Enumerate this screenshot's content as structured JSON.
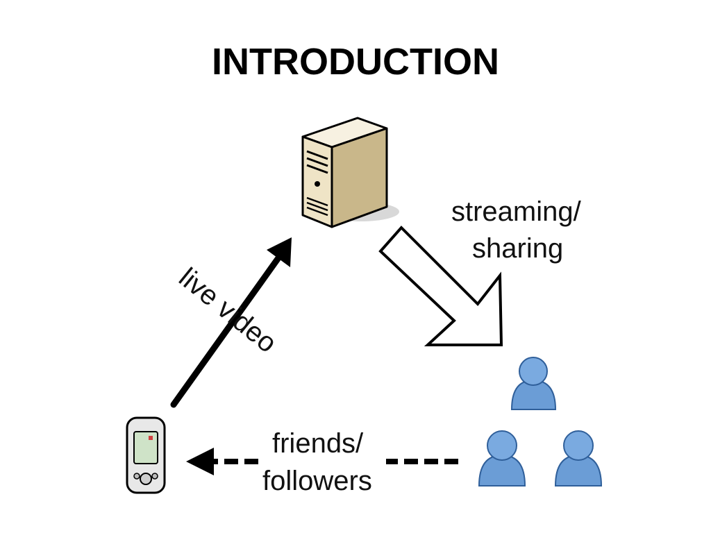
{
  "title": "INTRODUCTION",
  "diagram": {
    "labels": {
      "upload": "live video",
      "stream_line1": "streaming/",
      "stream_line2": "sharing",
      "feedback_line1": "friends/",
      "feedback_line2": "followers"
    },
    "nodes": {
      "server": "server-tower-icon",
      "phone": "mobile-phone-icon",
      "audience": "people-group-icon"
    },
    "colors": {
      "server_body": "#efe6cf",
      "server_side": "#c8b98f",
      "person_fill": "#6b9dd6",
      "person_stroke": "#2f5f9a",
      "line": "#000000"
    }
  }
}
